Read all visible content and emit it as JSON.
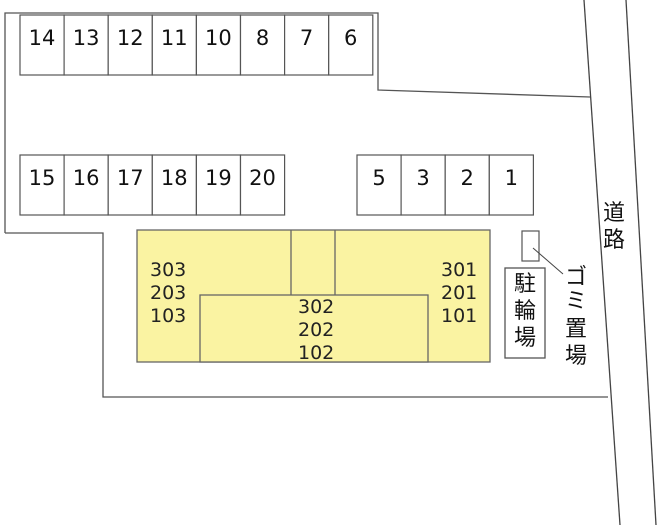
{
  "parking": {
    "top_row": [
      "14",
      "13",
      "12",
      "11",
      "10",
      "8",
      "7",
      "6"
    ],
    "middle_left_row": [
      "15",
      "16",
      "17",
      "18",
      "19",
      "20"
    ],
    "middle_right_row": [
      "5",
      "3",
      "2",
      "1"
    ]
  },
  "building": {
    "color": "#FAF3A2",
    "left_units": [
      "303",
      "203",
      "103"
    ],
    "center_units": [
      "302",
      "202",
      "102"
    ],
    "right_units": [
      "301",
      "201",
      "101"
    ]
  },
  "labels": {
    "bicycle_parking": [
      "駐",
      "輪",
      "場"
    ],
    "garbage": [
      "ゴ",
      "ミ",
      "置",
      "場"
    ],
    "road": [
      "道",
      "路"
    ]
  }
}
